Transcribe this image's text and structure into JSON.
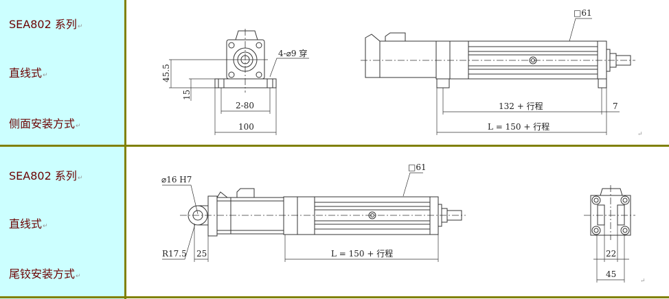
{
  "rows": [
    {
      "series": "SEA802 系列",
      "type": "直线式",
      "mount": "侧面安装方式",
      "front_view": {
        "hole_note": "4-⌀9 穿",
        "dim_height": "45.5",
        "dim_foot": "15",
        "dim_holes": "2-80",
        "dim_width": "100"
      },
      "side_view": {
        "section": "□61",
        "dim_mount": "132 + 行程",
        "dim_end": "7",
        "dim_length": "L = 150 + 行程"
      }
    },
    {
      "series": "SEA802 系列",
      "type": "直线式",
      "mount": "尾铰安装方式",
      "side_view": {
        "bore": "⌀16 H7",
        "radius": "R17.5",
        "dim_clevis": "25",
        "section": "□61",
        "dim_length": "L = 150 + 行程"
      },
      "end_view": {
        "dim_inner": "22",
        "dim_outer": "45"
      }
    }
  ],
  "return_mark": "↵",
  "colors": {
    "label_bg": "#ccffff",
    "border": "#808000",
    "label_text": "#6b0000"
  }
}
